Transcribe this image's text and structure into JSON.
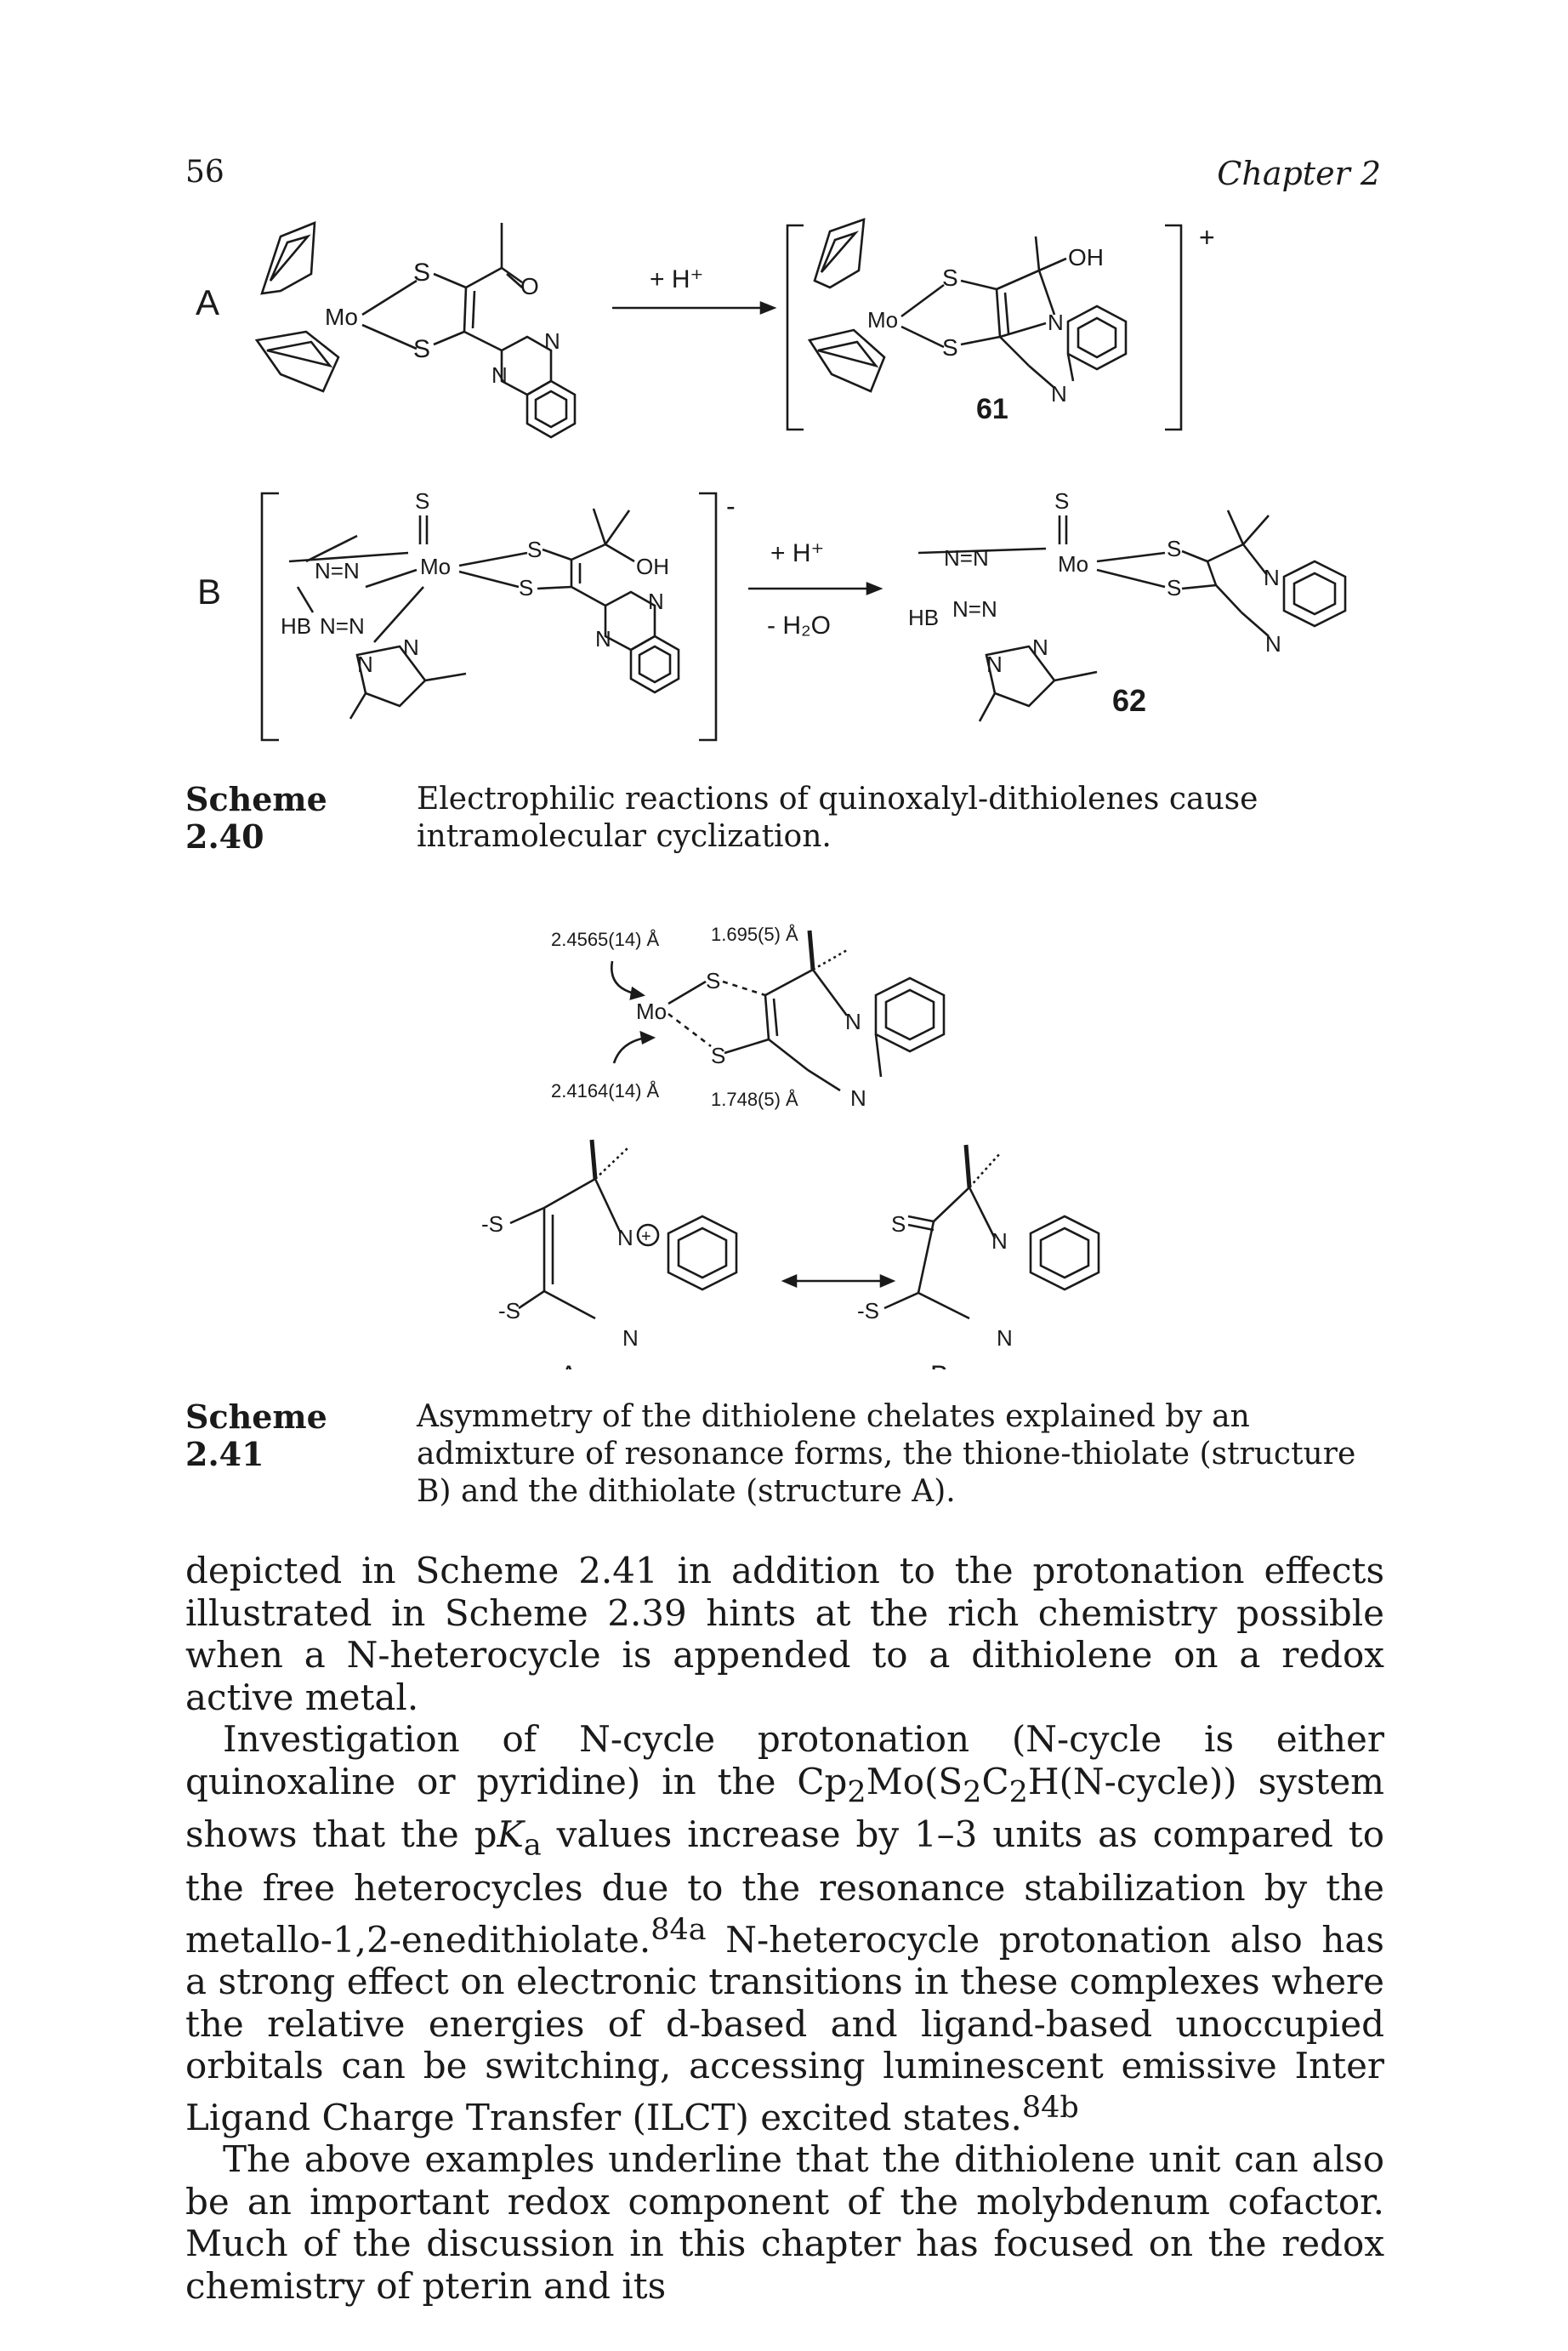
{
  "header": {
    "page_number": "56",
    "chapter": "Chapter 2"
  },
  "scheme_240": {
    "panel_a": {
      "label": "A",
      "reagent": "+ H⁺",
      "compound": "61",
      "charge": "+"
    },
    "panel_b": {
      "label": "B",
      "reagent_1": "+ H⁺",
      "reagent_2": "- H₂O",
      "compound": "62",
      "charge": "-"
    },
    "caption_label": "Scheme 2.40",
    "caption_text": "Electrophilic reactions of quinoxalyl-dithiolenes cause intramolecular cyclization."
  },
  "scheme_241": {
    "bond_1": "2.4565(14) Å",
    "bond_2": "1.695(5) Å",
    "bond_3": "2.4164(14) Å",
    "bond_4": "1.748(5) Å",
    "structure_a_label": "A",
    "structure_b_label": "B",
    "caption_label": "Scheme 2.41",
    "caption_text": "Asymmetry of the dithiolene chelates explained by an admixture of resonance forms, the thione-thiolate (structure B) and the dithiolate (structure A)."
  },
  "body": {
    "p1": "depicted in Scheme 2.41 in addition to the protonation effects illustrated in Scheme 2.39 hints at the rich chemistry possible when a N-heterocycle is appended to a dithiolene on a redox active metal.",
    "p2_a": "Investigation of N-cycle protonation (N-cycle is either quinoxaline or pyridine) in the Cp",
    "p2_b": "Mo(S",
    "p2_c": "C",
    "p2_d": "H(N-cycle)) system shows that the p",
    "p2_e": "K",
    "p2_f": "values increase by 1–3 units as compared to the free heterocycles due to the resonance stabilization by the metallo-1,2-enedithiolate.",
    "p2_ref1": "84a",
    "p2_g": "N-heterocycle protonation also has a strong effect on electronic transitions in these complexes where the relative energies of d-based and ligand-based unoccupied orbitals can be switching, accessing luminescent emissive Inter Ligand Charge Transfer (ILCT) excited states.",
    "p2_ref2": "84b",
    "p3": "The above examples underline that the dithiolene unit can also be an important redox component of the molybdenum cofactor. Much of the discussion in this chapter has focused on the redox chemistry of pterin and its"
  }
}
